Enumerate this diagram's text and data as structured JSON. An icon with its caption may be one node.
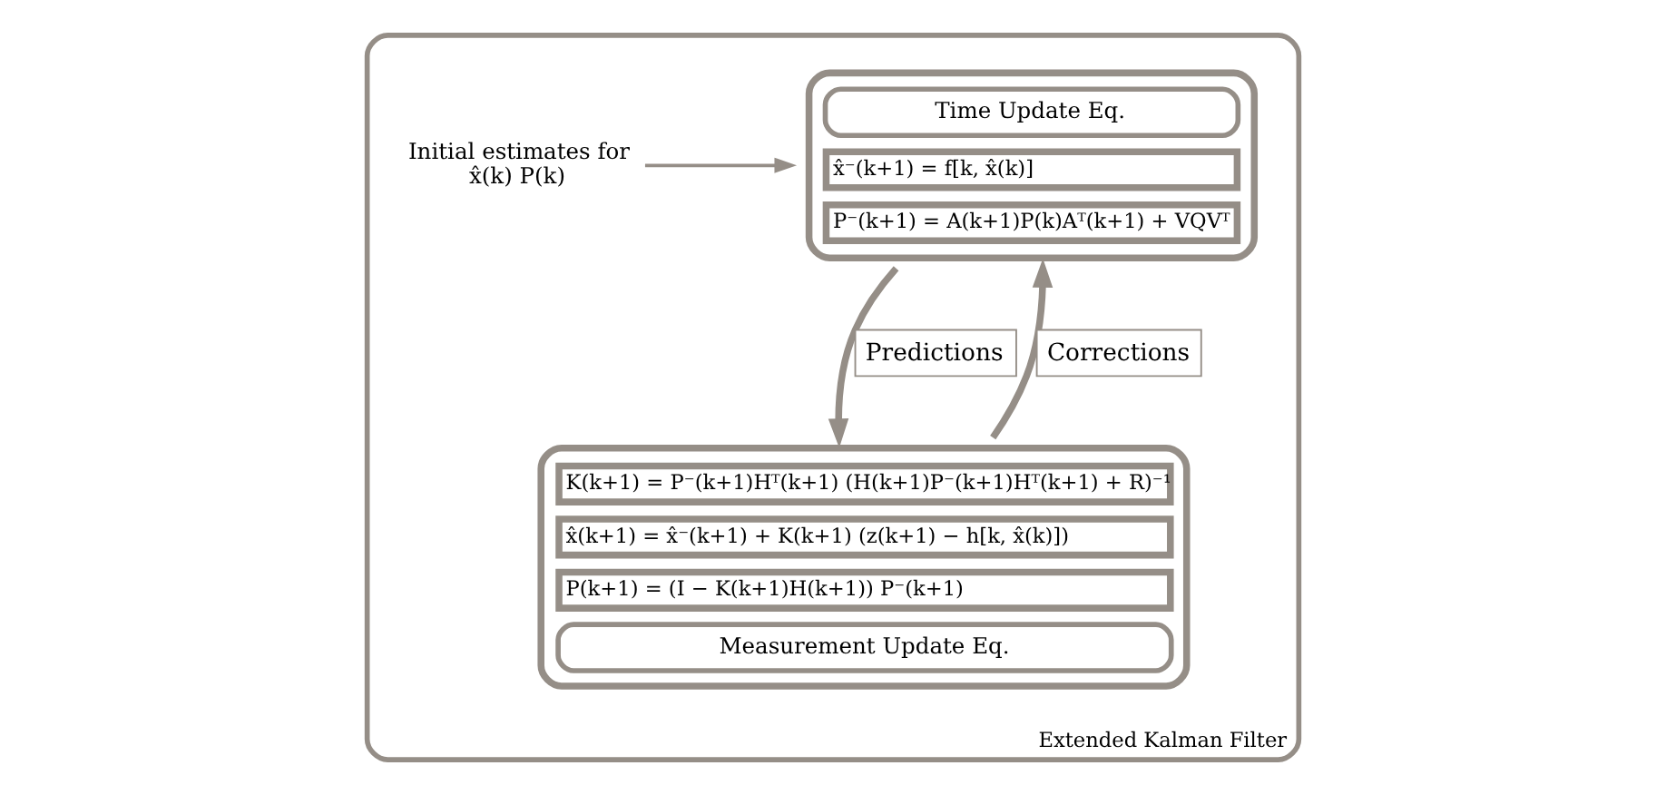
{
  "diagram": {
    "nodes": [
      {
        "text": [
          "Extended Kalman Filter"
        ]
      },
      {
        "text": [
          "Initial estimates for",
          "x̂(k) P(k)"
        ],
        "in": 0
      },
      {
        "text": [
          "Time Update Eq.",
          "x̂⁻(k+1) = f[k, x̂(k)]",
          "P⁻(k+1) = A(k+1)P(k)Aᵀ(k+1) + VQVᵀ"
        ],
        "in": 0
      },
      {
        "text": [
          "K(k+1) = P⁻(k+1)Hᵀ(k+1) (H(k+1)P⁻(k+1)Hᵀ(k+1) + R)⁻¹",
          "x̂(k+1) = x̂⁻(k+1) + K(k+1) (z(k+1) − h[k, x̂(k)])",
          "P(k+1) = (I − K(k+1)H(k+1)) P⁻(k+1)",
          "Measurement Update Eq."
        ],
        "in": 0
      }
    ],
    "edges": [
      {
        "from": 1,
        "to": 2,
        "arrow": "to"
      },
      {
        "from": 2,
        "to": 3,
        "arrow": "to",
        "label": "Predictions"
      },
      {
        "from": 3,
        "to": 2,
        "arrow": "to",
        "label": "Corrections"
      }
    ]
  }
}
